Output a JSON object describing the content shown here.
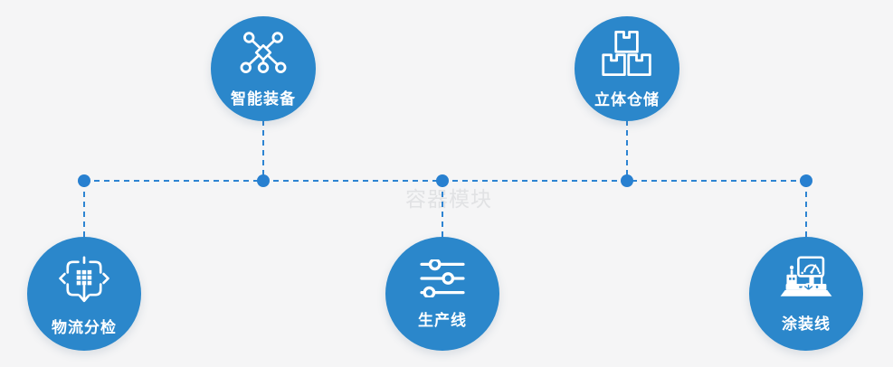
{
  "watermark": "容器模块",
  "colors": {
    "background": "#f5f5f6",
    "circle": "#2b87cb",
    "line": "#2d84d2",
    "dot": "#2880d0",
    "label": "#ffffff",
    "watermark": "#e1e2e4",
    "icon": "#ffffff"
  },
  "nodes": [
    {
      "id": "smart-equipment",
      "label": "智能装备",
      "icon": "network-icon",
      "row": "top"
    },
    {
      "id": "stereo-warehouse",
      "label": "立体仓储",
      "icon": "boxes-icon",
      "row": "top"
    },
    {
      "id": "logistics-sorting",
      "label": "物流分检",
      "icon": "move-grid-icon",
      "row": "bottom"
    },
    {
      "id": "production-line",
      "label": "生产线",
      "icon": "sliders-icon",
      "row": "bottom"
    },
    {
      "id": "painting-line",
      "label": "涂装线",
      "icon": "console-icon",
      "row": "bottom"
    }
  ]
}
